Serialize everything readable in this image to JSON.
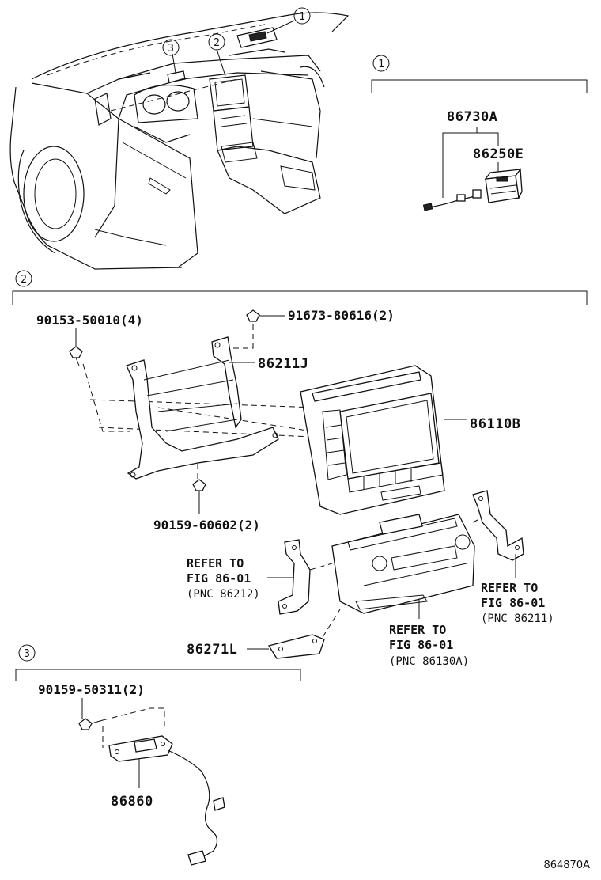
{
  "callouts": {
    "c1": "1",
    "c2": "2",
    "c3": "3"
  },
  "section1": {
    "callout": "1",
    "parts": {
      "p86730A": "86730A",
      "p86250E": "86250E"
    }
  },
  "section2": {
    "callout": "2",
    "parts": {
      "p90153": "90153-50010(4)",
      "p91673": "91673-80616(2)",
      "p86211J": "86211J",
      "p86110B": "86110B",
      "p90159a": "90159-60602(2)",
      "p86271L": "86271L"
    },
    "refs": {
      "left": [
        "REFER TO",
        "FIG 86-01",
        "(PNC 86212)"
      ],
      "right": [
        "REFER TO",
        "FIG 86-01",
        "(PNC 86211)"
      ],
      "bottom": [
        "REFER TO",
        "FIG 86-01",
        "(PNC 86130A)"
      ]
    }
  },
  "section3": {
    "callout": "3",
    "parts": {
      "p90159b": "90159-50311(2)",
      "p86860": "86860"
    }
  },
  "figure_id": "864870A",
  "colors": {
    "ink": "#111111",
    "background": "#ffffff"
  }
}
